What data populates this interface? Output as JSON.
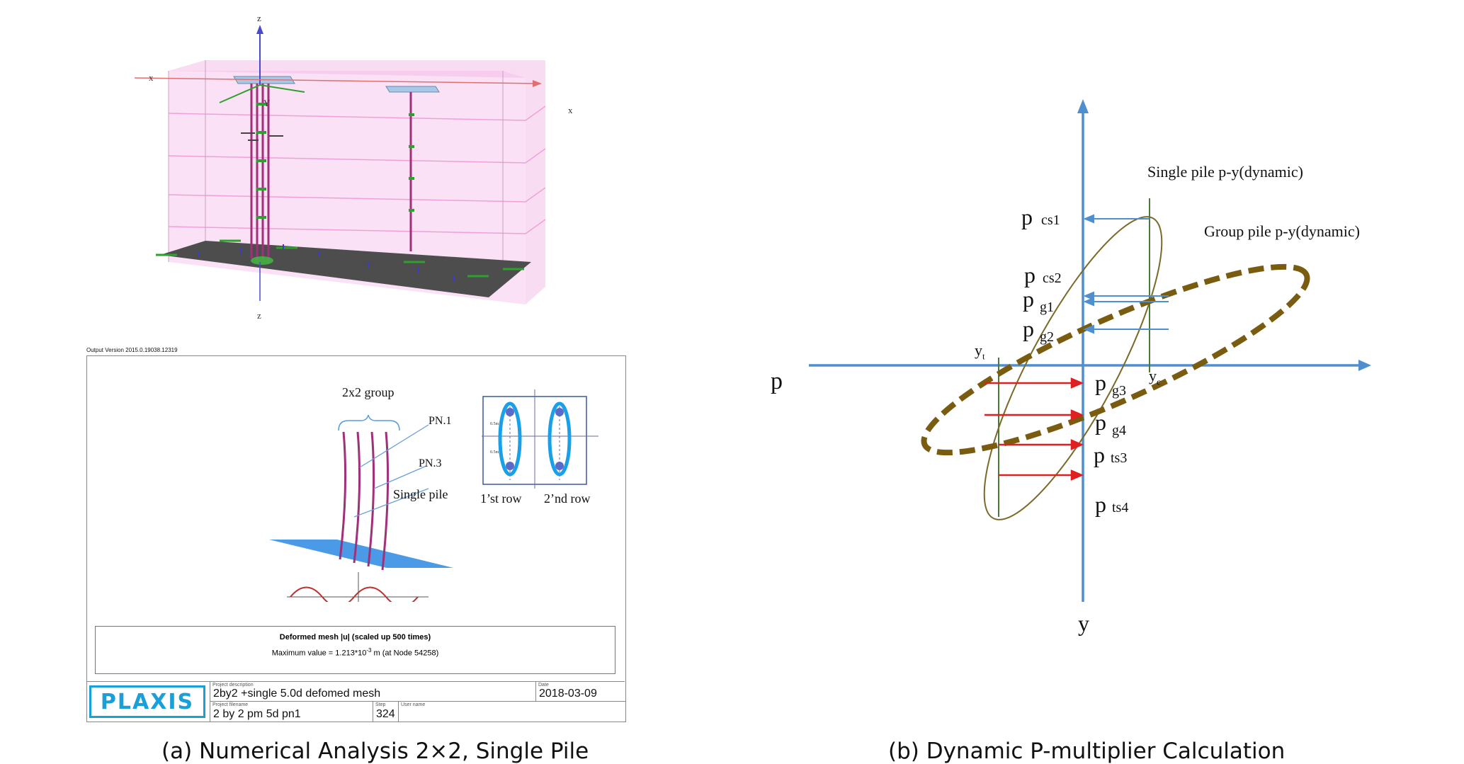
{
  "panel_a": {
    "caption": "(a) Numerical Analysis 2×2, Single Pile",
    "model_3d": {
      "axis_labels": {
        "z_top": "z",
        "z_bottom": "z",
        "x_left": "x",
        "x_right": "x",
        "y": "Y"
      }
    },
    "output_version": "Output Version 2015.0.19038.12319",
    "schematic": {
      "group_label": "2x2 group",
      "pn1": "PN.1",
      "pn3": "PN.3",
      "single_pile": "Single pile",
      "row1": "1’st row",
      "row2": "2’nd row",
      "spacing_label": "0.5m"
    },
    "result": {
      "title": "Deformed mesh |u| (scaled up 500 times)",
      "max_prefix": "Maximum value = 1.213*10",
      "max_exp": "-3",
      "max_suffix": " m (at Node 54258)"
    },
    "title_block": {
      "logo": "PLAXIS",
      "desc_label": "Project description",
      "desc": "2by2 +single 5.0d defomed mesh",
      "date_label": "Date",
      "date": "2018-03-09",
      "file_label": "Project filename",
      "file": "2 by 2 pm 5d pn1",
      "step_label": "Step",
      "step": "324",
      "user_label": "User name"
    }
  },
  "panel_b": {
    "caption": "(b) Dynamic P-multiplier Calculation",
    "axis_p": "p",
    "axis_y": "y",
    "yt": "y",
    "yt_sub": "t",
    "yc": "y",
    "yc_sub": "c",
    "single_label": "Single pile p-y(dynamic)",
    "group_label": "Group pile p-y(dynamic)",
    "labels": [
      {
        "main": "p",
        "sub": "cs1"
      },
      {
        "main": "p",
        "sub": "cs2"
      },
      {
        "main": "p",
        "sub": "g1"
      },
      {
        "main": "p",
        "sub": "g2"
      },
      {
        "main": "p",
        "sub": "g3"
      },
      {
        "main": "p",
        "sub": "g4"
      },
      {
        "main": "p",
        "sub": "ts3"
      },
      {
        "main": "p",
        "sub": "ts4"
      }
    ],
    "colors": {
      "axis": "#4f8fd0",
      "single": "#7a6a2a",
      "group": "#7a5c10",
      "arrow_red": "#e02020",
      "arrow_blue": "#4f8fd0",
      "green_line": "#4a7a3a"
    }
  }
}
